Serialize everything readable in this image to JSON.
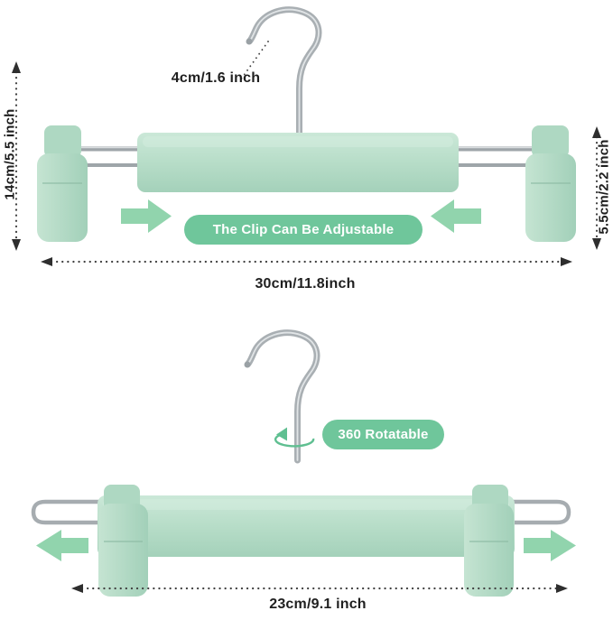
{
  "colors": {
    "mint": "#b7ddc8",
    "mint_light": "#c8e6d5",
    "mint_dark": "#a4d1ba",
    "badge_green": "#6fc69b",
    "arrow_green": "#91d4ad",
    "metal_gray": "#a9afb3",
    "dimension_line": "#3f3f3f",
    "text": "#1f1f1f",
    "background": "#ffffff"
  },
  "top_hanger": {
    "hook_dim_label": "4cm/1.6 inch",
    "height_dim_label": "14cm/5.5 inch",
    "clip_dim_label": "5.5cm/2.2 inch",
    "width_dim_label": "30cm/11.8inch",
    "badge_label": "The Clip Can Be Adjustable"
  },
  "bottom_hanger": {
    "badge_label": "360 Rotatable",
    "width_dim_label": "23cm/9.1 inch"
  }
}
